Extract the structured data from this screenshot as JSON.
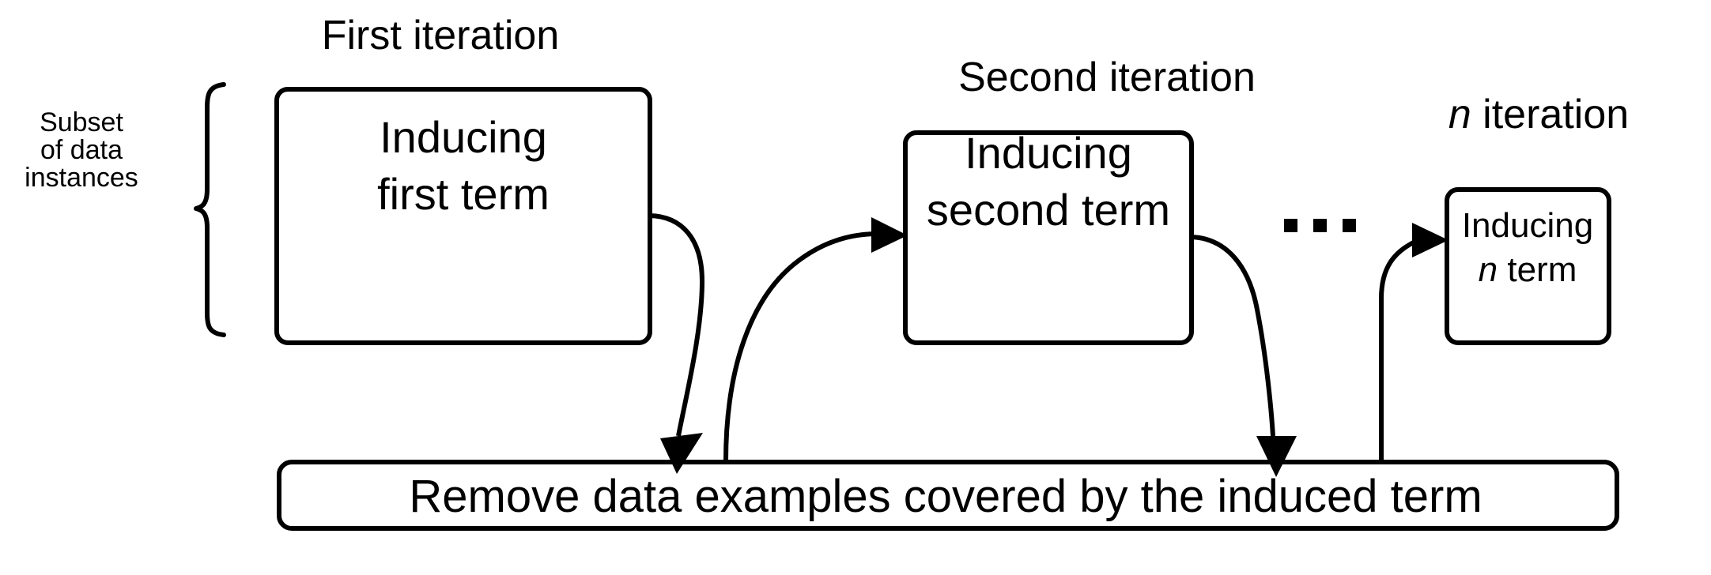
{
  "diagram": {
    "title_band": {
      "first": "First iteration",
      "second": "Second iteration",
      "nth_prefix": "n",
      "nth_suffix": " iteration"
    },
    "brace_label": {
      "line1": "Subset",
      "line2": "of data",
      "line3": "instances"
    },
    "boxes": [
      {
        "name": "inducing-first-term",
        "line1": "Inducing",
        "line2": "first term"
      },
      {
        "name": "inducing-second-term",
        "line1": "Inducing",
        "line2": "second term"
      },
      {
        "name": "inducing-n-term",
        "line1": "Inducing",
        "line2_prefix": "n",
        "line2_suffix": " term"
      }
    ],
    "ellipsis": "...",
    "bottom_bar": {
      "label": "Remove data examples covered by the induced term"
    },
    "colors": {
      "stroke": "#000000",
      "fill": "#ffffff",
      "background": "#ffffff"
    }
  }
}
